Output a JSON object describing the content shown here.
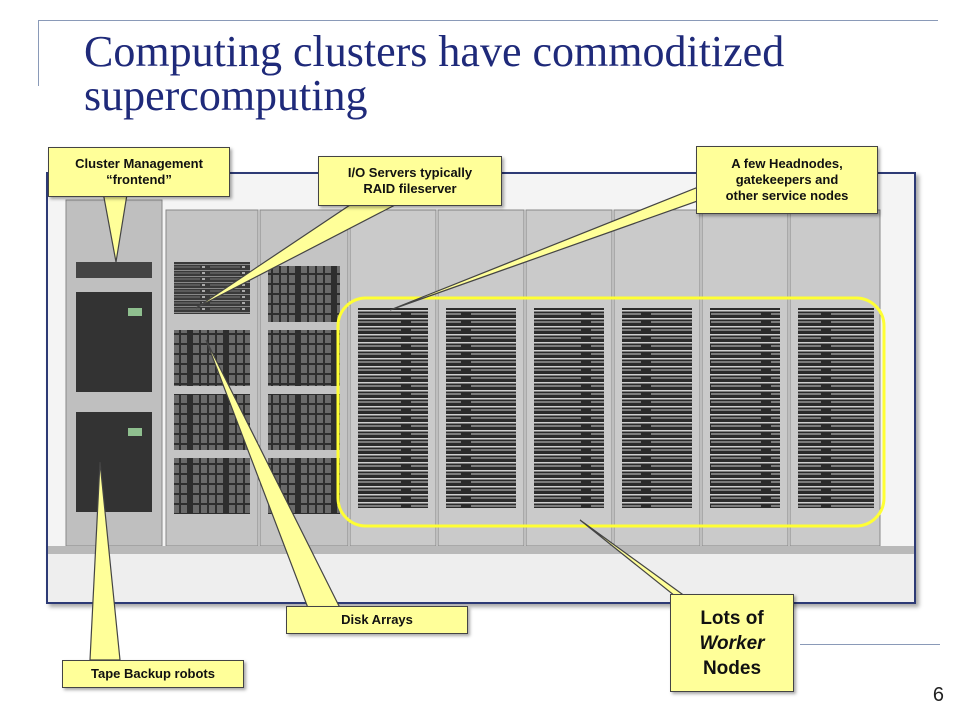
{
  "slide": {
    "title": "Computing clusters have commoditized supercomputing",
    "page_number": "6",
    "colors": {
      "title": "#1f2a7a",
      "callout_fill": "#ffff99",
      "highlight": "#ffff33"
    }
  },
  "callouts": {
    "cluster_mgmt": {
      "line1": "Cluster Management",
      "line2": "“frontend”"
    },
    "io_servers": {
      "line1": "I/O Servers typically",
      "line2": "RAID fileserver"
    },
    "headnodes": {
      "line1": "A few Headnodes,",
      "line2": "gatekeepers and",
      "line3": "other service nodes"
    },
    "disk_arrays": {
      "label": "Disk Arrays"
    },
    "tape_backup": {
      "label": "Tape Backup robots"
    },
    "worker_nodes": {
      "line1": "Lots of",
      "line2": "Worker",
      "line3": "Nodes"
    }
  }
}
